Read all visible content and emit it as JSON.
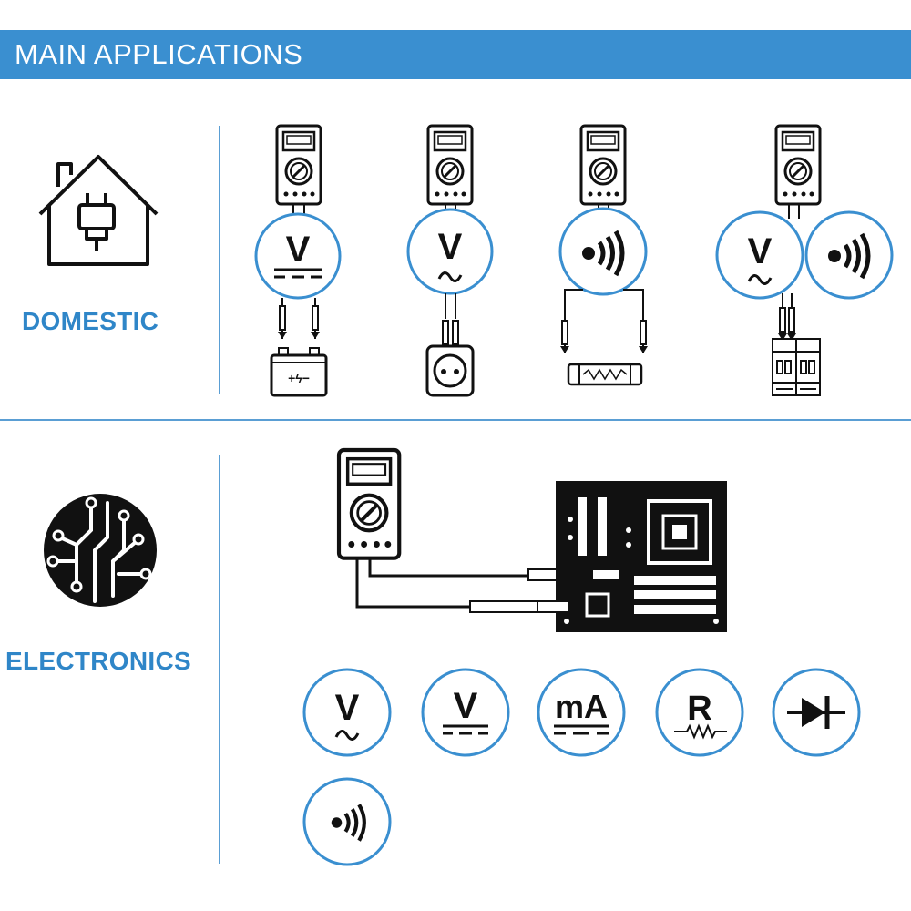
{
  "header": {
    "title": "MAIN APPLICATIONS"
  },
  "sections": {
    "domestic": {
      "label": "DOMESTIC"
    },
    "electronics": {
      "label": "ELECTRONICS"
    }
  },
  "symbols": {
    "volt": "V",
    "milliamp": "mA",
    "resistance": "R"
  },
  "colors": {
    "accent": "#3a8fd0",
    "label": "#2f86c8",
    "ink": "#111111"
  }
}
